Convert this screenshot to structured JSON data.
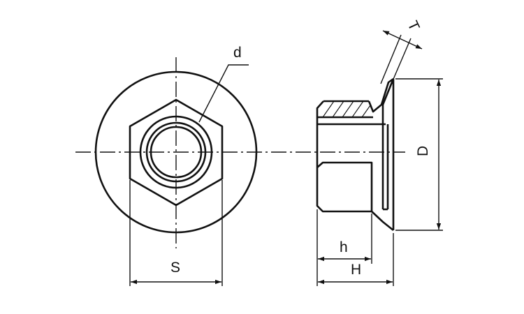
{
  "labels": {
    "d": "d",
    "S": "S",
    "h": "h",
    "H": "H",
    "D": "D",
    "T": "T"
  }
}
